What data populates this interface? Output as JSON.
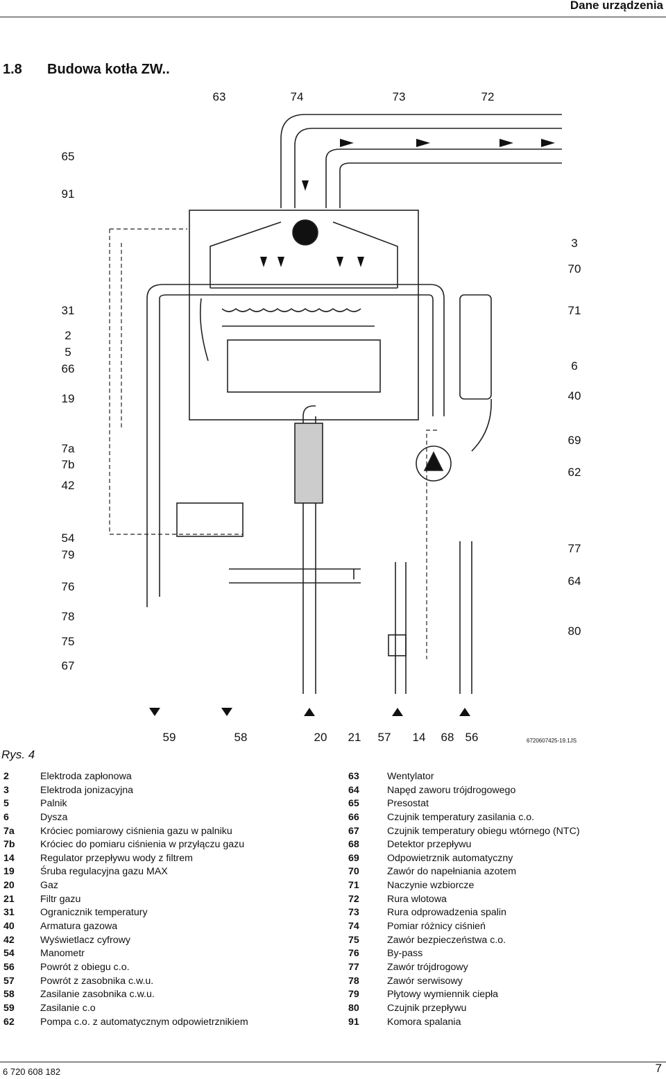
{
  "header": {
    "section": "Dane urządzenia"
  },
  "title": {
    "number": "1.8",
    "text": "Budowa kotła ZW.."
  },
  "diagram": {
    "top_labels": [
      "63",
      "74",
      "73",
      "72"
    ],
    "left_labels": [
      "65",
      "91",
      "31",
      "2",
      "5",
      "66",
      "19",
      "7a",
      "7b",
      "42",
      "54",
      "79",
      "76",
      "78",
      "75",
      "67"
    ],
    "right_labels": [
      "3",
      "70",
      "71",
      "6",
      "40",
      "69",
      "62",
      "77",
      "64",
      "80"
    ],
    "bottom_labels": [
      "59",
      "58",
      "20",
      "21",
      "57",
      "14",
      "68",
      "56"
    ],
    "code": "6720607425-19.1JS"
  },
  "figure_caption": "Rys. 4",
  "legend_left": [
    {
      "n": "2",
      "t": "Elektroda zapłonowa"
    },
    {
      "n": "3",
      "t": "Elektroda jonizacyjna"
    },
    {
      "n": "5",
      "t": "Palnik"
    },
    {
      "n": "6",
      "t": "Dysza"
    },
    {
      "n": "7a",
      "t": "Króciec pomiarowy ciśnienia gazu w palniku"
    },
    {
      "n": "7b",
      "t": "Króciec do pomiaru ciśnienia w przyłączu gazu"
    },
    {
      "n": "14",
      "t": "Regulator przepływu wody z filtrem"
    },
    {
      "n": "19",
      "t": "Śruba regulacyjna gazu MAX"
    },
    {
      "n": "20",
      "t": "Gaz"
    },
    {
      "n": "21",
      "t": "Filtr gazu"
    },
    {
      "n": "31",
      "t": "Ogranicznik temperatury"
    },
    {
      "n": "40",
      "t": "Armatura gazowa"
    },
    {
      "n": "42",
      "t": "Wyświetlacz cyfrowy"
    },
    {
      "n": "54",
      "t": "Manometr"
    },
    {
      "n": "56",
      "t": "Powrót z obiegu c.o."
    },
    {
      "n": "57",
      "t": "Powrót z zasobnika c.w.u."
    },
    {
      "n": "58",
      "t": "Zasilanie zasobnika c.w.u."
    },
    {
      "n": "59",
      "t": "Zasilanie c.o"
    },
    {
      "n": "62",
      "t": "Pompa c.o. z automatycznym odpowietrznikiem"
    }
  ],
  "legend_right": [
    {
      "n": "63",
      "t": "Wentylator"
    },
    {
      "n": "64",
      "t": "Napęd zaworu trójdrogowego"
    },
    {
      "n": "65",
      "t": "Presostat"
    },
    {
      "n": "66",
      "t": "Czujnik temperatury zasilania c.o."
    },
    {
      "n": "67",
      "t": "Czujnik temperatury obiegu wtórnego (NTC)"
    },
    {
      "n": "68",
      "t": "Detektor przepływu"
    },
    {
      "n": "69",
      "t": "Odpowietrznik automatyczny"
    },
    {
      "n": "70",
      "t": "Zawór do napełniania azotem"
    },
    {
      "n": "71",
      "t": "Naczynie wzbiorcze"
    },
    {
      "n": "72",
      "t": "Rura wlotowa"
    },
    {
      "n": "73",
      "t": "Rura odprowadzenia spalin"
    },
    {
      "n": "74",
      "t": "Pomiar różnicy ciśnień"
    },
    {
      "n": "75",
      "t": "Zawór bezpieczeństwa c.o."
    },
    {
      "n": "76",
      "t": "By-pass"
    },
    {
      "n": "77",
      "t": "Zawór trójdrogowy"
    },
    {
      "n": "78",
      "t": "Zawór serwisowy"
    },
    {
      "n": "79",
      "t": "Płytowy wymiennik ciepła"
    },
    {
      "n": "80",
      "t": "Czujnik przepływu"
    },
    {
      "n": "91",
      "t": "Komora spalania"
    }
  ],
  "footer": {
    "doc_number": "6 720 608 182",
    "page": "7"
  }
}
